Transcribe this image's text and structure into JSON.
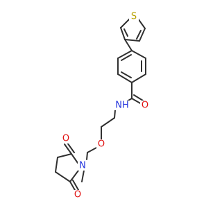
{
  "molecule": {
    "atoms": [
      {
        "id": "S1",
        "label": "S",
        "color": "#b8a200"
      },
      {
        "id": "N1",
        "label": "NH",
        "color": "#2233dd"
      },
      {
        "id": "O1",
        "label": "O",
        "color": "#e01010"
      },
      {
        "id": "O2",
        "label": "O",
        "color": "#e01010"
      },
      {
        "id": "N2",
        "label": "N",
        "color": "#2233dd"
      },
      {
        "id": "O3",
        "label": "O",
        "color": "#e01010"
      },
      {
        "id": "O4",
        "label": "O",
        "color": "#e01010"
      }
    ]
  },
  "colors": {
    "bond": "#303030",
    "background": "#ffffff"
  }
}
